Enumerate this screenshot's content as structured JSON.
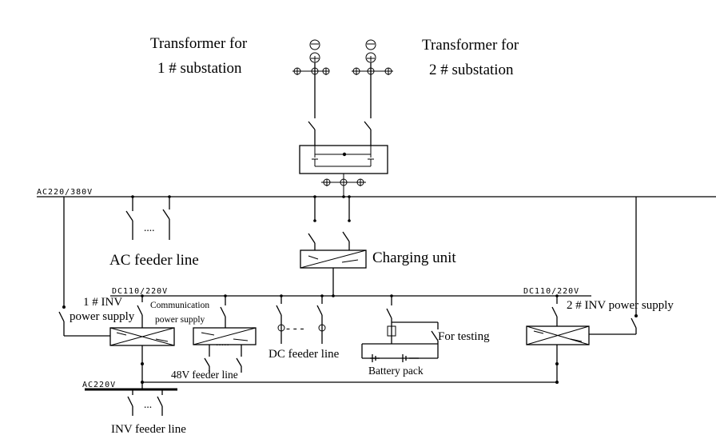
{
  "labels": {
    "transformer1_line1": "Transformer for",
    "transformer1_line2": "1 # substation",
    "transformer2_line1": "Transformer for",
    "transformer2_line2": "2 # substation",
    "ac_bus": "AC220/380V",
    "ac_feeder": "AC feeder line",
    "charging_unit": "Charging unit",
    "dc_bus_left": "DC110/220V",
    "dc_bus_right": "DC110/220V",
    "inv1_line1": "1 # INV",
    "inv1_line2": "power supply",
    "comm_line1": "Communication",
    "comm_line2": "power supply",
    "inv2": "2 # INV power supply",
    "for_testing": "For testing",
    "dc_feeder": "DC feeder line",
    "battery_pack": "Battery pack",
    "feeder_48v": "48V feeder line",
    "ac220_bus": "AC220V",
    "inv_feeder": "INV feeder line",
    "ellipsis_ac": "....",
    "ellipsis_48": ".....",
    "ellipsis_inv": "...",
    "dash_dc": "- - -"
  }
}
